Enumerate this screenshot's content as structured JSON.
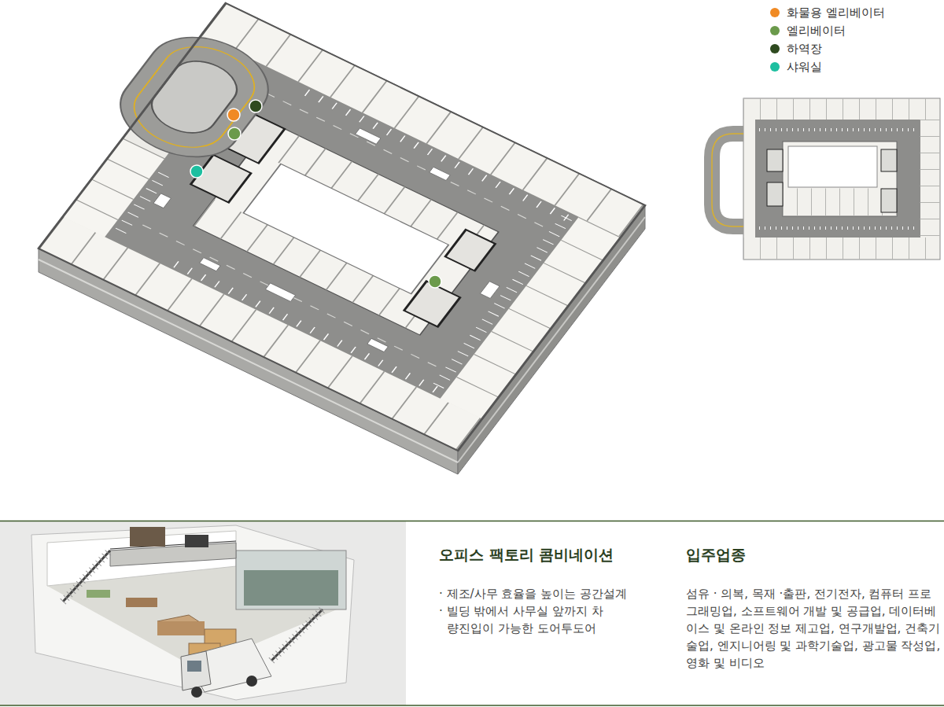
{
  "diagram": {
    "labels": [
      "오피스 팩토리 콤비네이션",
      "· 제조/사무 효율을 높이는 공간설계",
      "· 빌딩 밖에서 사무실 앞까지 차량진입이 가능한 도어투도어",
      "입주업종",
      "섬유 · 의복, 목재 ·출판, 전기전자, 컴퓨터 프로그래밍업, 소프트웨어 개발 및 공급업, 데이터베이스 및 온라인 정보 제고업, 연구개발업, 건축기술업, 엔지니어링 및 과학기술업, 광고물 작성업, 영화 및 비디오"
    ],
    "legend": [
      {
        "text": "화물용 엘리베이터",
        "color": "#f08a24"
      },
      {
        "text": "엘리베이터",
        "color": "#6b9a4b"
      },
      {
        "text": "하역장",
        "color": "#2e4a1f"
      },
      {
        "text": "샤워실",
        "color": "#1dbfa0"
      }
    ]
  }
}
